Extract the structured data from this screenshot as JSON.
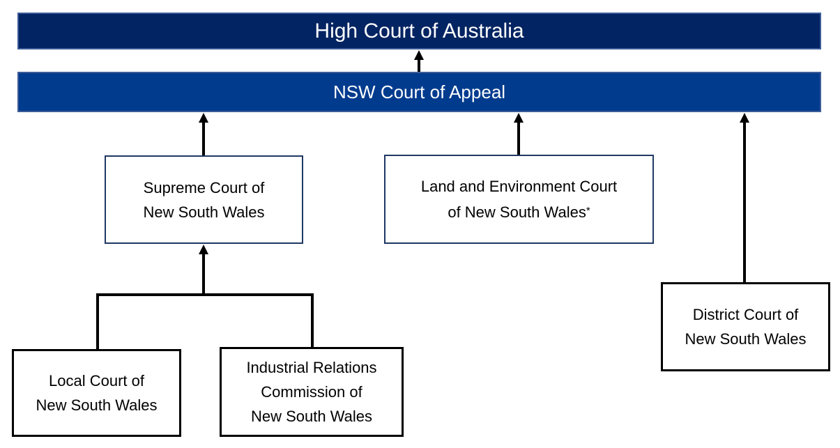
{
  "diagram": {
    "description": "Court hierarchy / appeal routes diagram for New South Wales",
    "banners": {
      "high_court": {
        "label": "High Court of Australia"
      },
      "court_of_appeal": {
        "label": "NSW Court of Appeal"
      }
    },
    "boxes": {
      "supreme_court": {
        "lines": [
          "Supreme Court of",
          "New South Wales"
        ]
      },
      "land_environment_court": {
        "lines": [
          "Land and Environment Court",
          "of New South Wales"
        ],
        "footnote_marker": "*"
      },
      "district_court": {
        "lines": [
          "District Court of",
          "New South Wales"
        ]
      },
      "local_court": {
        "lines": [
          "Local Court of",
          "New South Wales"
        ]
      },
      "industrial_relations_commission": {
        "lines": [
          "Industrial Relations",
          "Commission of",
          "New South Wales"
        ]
      }
    },
    "edges": [
      {
        "from": "NSW Court of Appeal",
        "to": "High Court of Australia"
      },
      {
        "from": "Supreme Court of New South Wales",
        "to": "NSW Court of Appeal"
      },
      {
        "from": "Land and Environment Court of New South Wales",
        "to": "NSW Court of Appeal"
      },
      {
        "from": "District Court of New South Wales",
        "to": "NSW Court of Appeal"
      },
      {
        "from": "Local Court of New South Wales",
        "to": "Supreme Court of New South Wales"
      },
      {
        "from": "Industrial Relations Commission of New South Wales",
        "to": "Supreme Court of New South Wales"
      }
    ],
    "colors": {
      "high_court_banner_fill": "#032462",
      "court_of_appeal_banner_fill": "#013B8E",
      "banner_border": "#3D5C99",
      "banner_text": "#FFFFFF",
      "upper_box_border": "#1F3864",
      "lower_box_border": "#000000",
      "box_text": "#000000",
      "arrow": "#000000",
      "background": "#FFFFFF"
    }
  }
}
